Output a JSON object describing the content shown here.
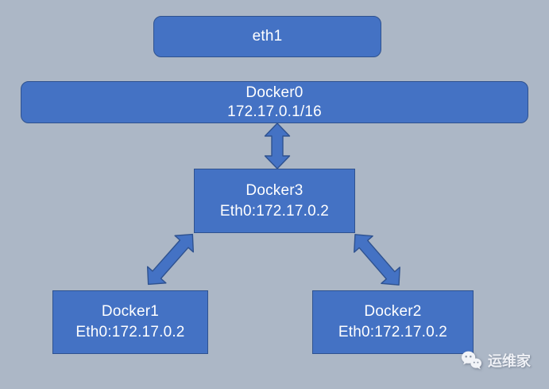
{
  "diagram_title": "docker-bridge-network-topology",
  "colors": {
    "bg": "#acb7c6",
    "box_fill": "#4472c4",
    "box_border": "#2f528f",
    "text": "#ffffff",
    "watermark": "#eef0f5"
  },
  "nodes": {
    "eth1": {
      "label": "eth1"
    },
    "docker0": {
      "title": "Docker0",
      "subtitle": "172.17.0.1/16"
    },
    "docker3": {
      "title": "Docker3",
      "subtitle": "Eth0:172.17.0.2"
    },
    "docker1": {
      "title": "Docker1",
      "subtitle": "Eth0:172.17.0.2"
    },
    "docker2": {
      "title": "Docker2",
      "subtitle": "Eth0:172.17.0.2"
    }
  },
  "connections": [
    {
      "from": "docker0",
      "to": "docker3",
      "style": "double-headed-arrow"
    },
    {
      "from": "docker3",
      "to": "docker1",
      "style": "double-headed-arrow"
    },
    {
      "from": "docker3",
      "to": "docker2",
      "style": "double-headed-arrow"
    }
  ],
  "watermark": {
    "icon": "wechat-icon",
    "text": "运维家"
  }
}
